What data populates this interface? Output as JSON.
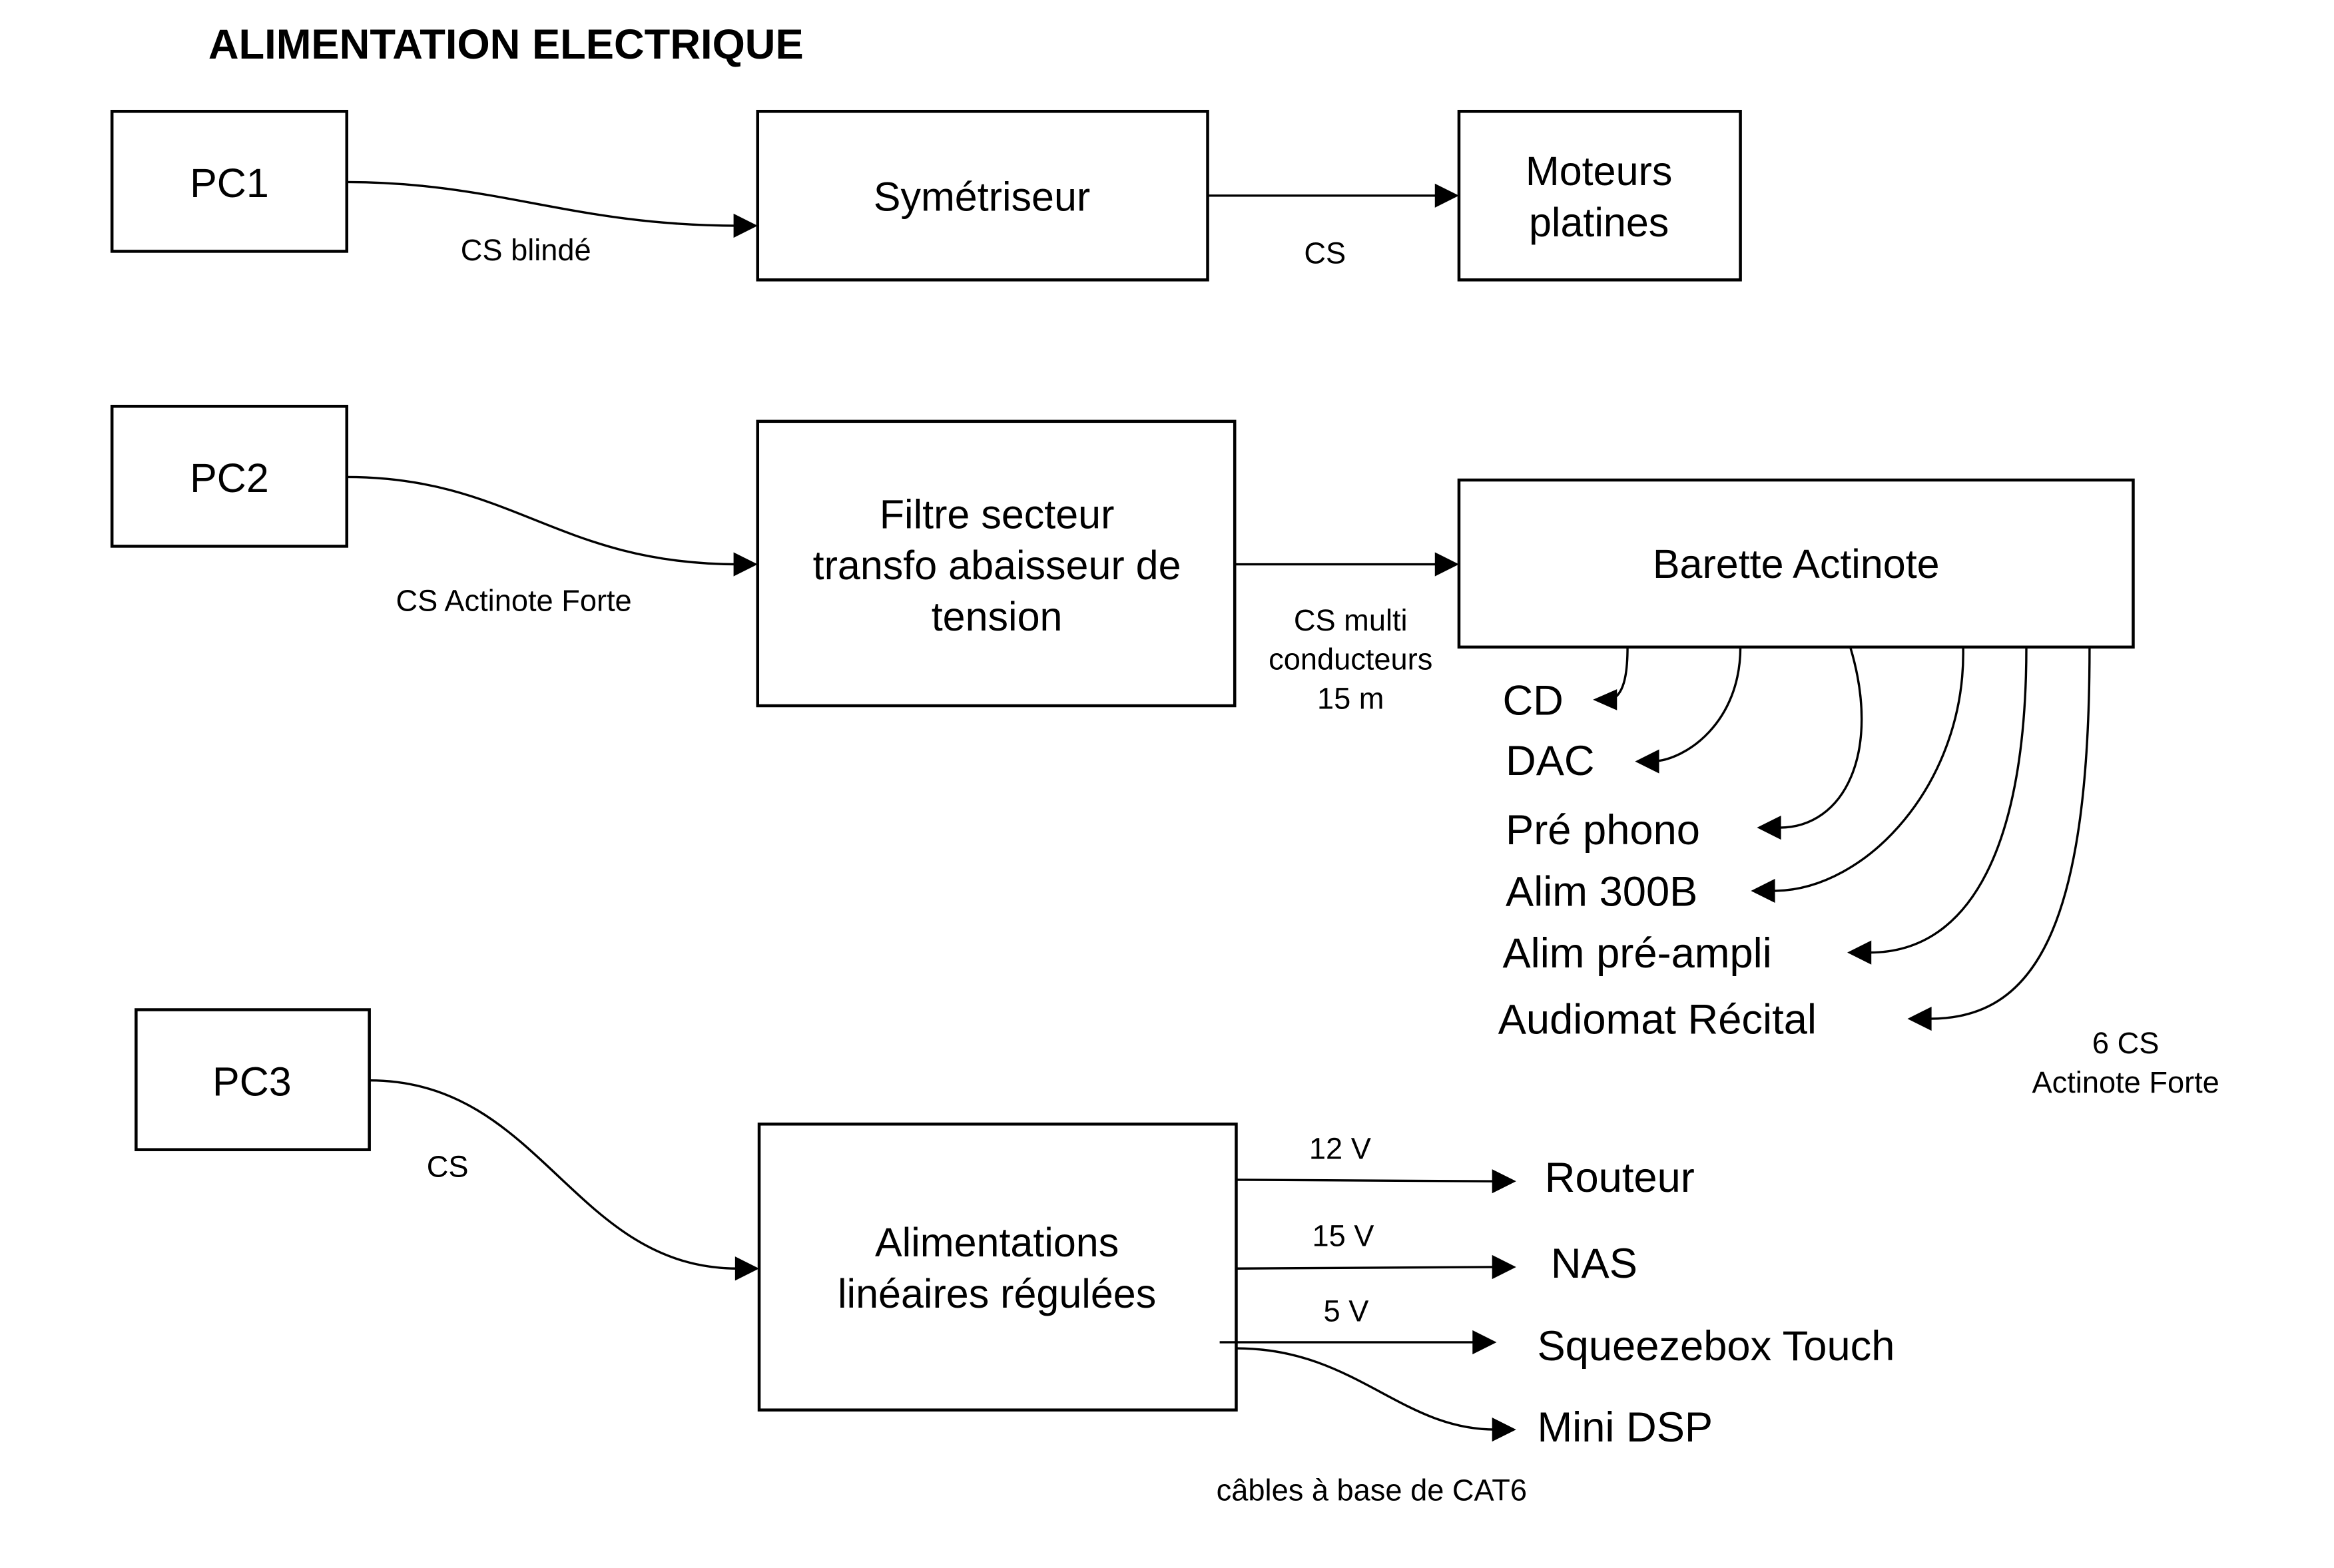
{
  "title": "ALIMENTATION ELECTRIQUE",
  "row1": {
    "source": "PC1",
    "cable": "CS blindé",
    "device": "Symétriseur",
    "link": "CS",
    "target": [
      "Moteurs",
      "platines"
    ]
  },
  "row2": {
    "source": "PC2",
    "cable": "CS Actinote Forte",
    "device": [
      "Filtre secteur",
      "transfo abaisseur de",
      "tension"
    ],
    "link": [
      "CS multi",
      "conducteurs",
      "15 m"
    ],
    "strip": "Barette Actinote",
    "outputs": [
      "CD",
      "DAC",
      "Pré phono",
      "Alim 300B",
      "Alim pré-ampli",
      "Audiomat Récital"
    ],
    "outputs_note": [
      "6 CS",
      "Actinote Forte"
    ]
  },
  "row3": {
    "source": "PC3",
    "cable": "CS",
    "device": [
      "Alimentations",
      "linéaires régulées"
    ],
    "outputs": [
      {
        "voltage": "12 V",
        "target": "Routeur"
      },
      {
        "voltage": "15 V",
        "target": "NAS"
      },
      {
        "voltage": "5 V",
        "target": "Squeezebox Touch"
      },
      {
        "voltage": "",
        "target": "Mini DSP"
      }
    ],
    "outputs_note": "câbles à base de CAT6"
  }
}
